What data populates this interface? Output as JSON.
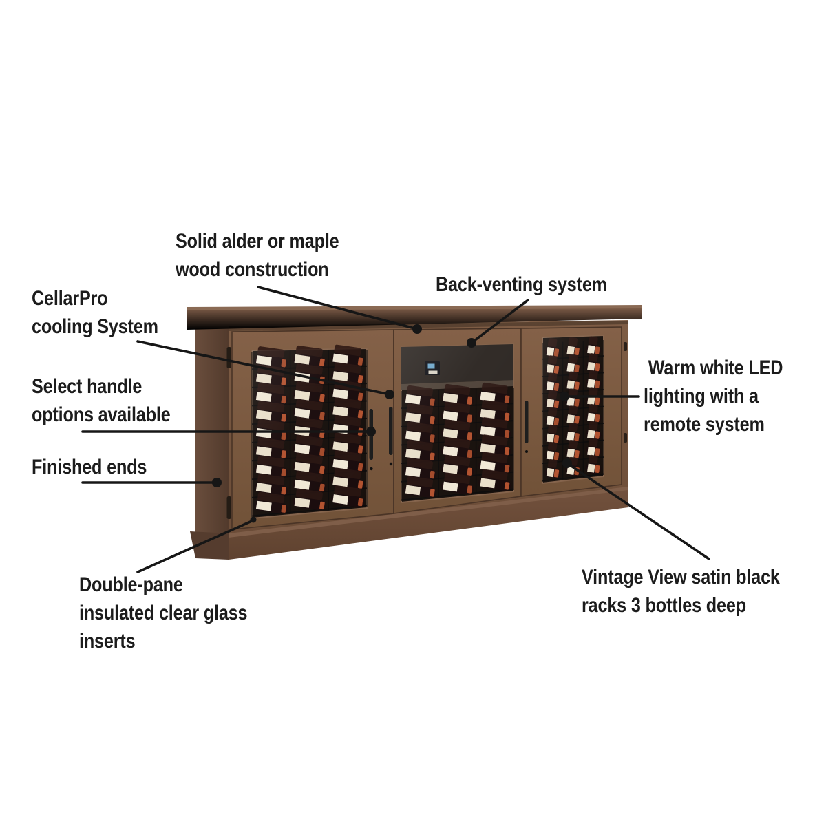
{
  "callouts": {
    "solid_alder": {
      "lines": [
        "Solid alder or maple",
        "wood construction"
      ]
    },
    "back_venting": {
      "lines": [
        "Back-venting system"
      ]
    },
    "cellarpro": {
      "lines": [
        "CellarPro",
        "cooling System"
      ]
    },
    "select_handle": {
      "lines": [
        "Select handle",
        "options available"
      ]
    },
    "finished_ends": {
      "lines": [
        "Finished ends"
      ]
    },
    "warm_led": {
      "lines": [
        "Warm white LED",
        "lighting with a",
        "remote system"
      ]
    },
    "double_pane": {
      "lines": [
        "Double-pane",
        "insulated clear glass",
        "inserts"
      ]
    },
    "vintage_view": {
      "lines": [
        "Vintage View satin black",
        "racks 3 bottles deep"
      ]
    }
  },
  "illustration": {
    "doors": 3,
    "bottle_rows": {
      "left_door": 9,
      "middle_door": 6,
      "right_door": 8
    },
    "bottles_per_row": 3
  },
  "colors": {
    "background": "#ffffff",
    "text": "#1c1c1c",
    "callout_line": "#161616",
    "wood_crown": "#6f5040",
    "wood_crown_top": "#8a6a54",
    "wood_face": "#77573f",
    "wood_side": "#5e4433",
    "wood_door": "#7d5c44",
    "wood_base": "#6a4b39",
    "glass": "#17100c",
    "vent": "#2e2824",
    "bottle_glass": "#190b0c",
    "bottle_label": "#e9dfca",
    "bottle_capsule": "#b2522f",
    "cooling_screen": "#6fa8cc"
  }
}
